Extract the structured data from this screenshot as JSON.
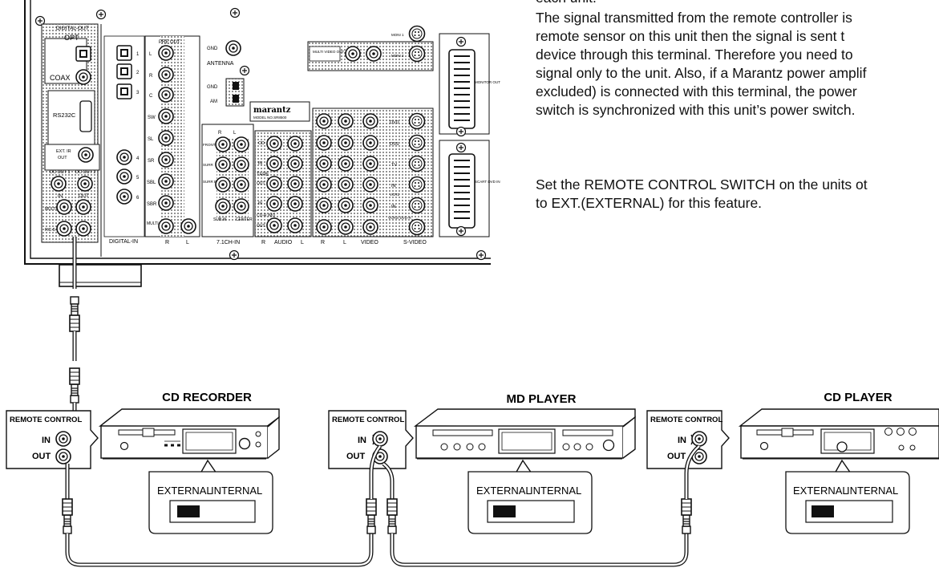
{
  "text_block": {
    "cut_line": "each unit.",
    "paragraph1": [
      "The signal transmitted from the remote controller is",
      "remote sensor on this unit then the signal is sent t",
      "device through this terminal. Therefore you need to",
      "signal only to the unit. Also, if a Marantz power amplif",
      "excluded) is connected with this terminal, the power",
      "switch is synchronized with this unit’s power switch."
    ],
    "paragraph2": [
      "Set the REMOTE CONTROL SWITCH on the units ot",
      "to EXT.(EXTERNAL) for this feature."
    ]
  },
  "rear_panel": {
    "digital_out": "DIGITAL-OUT",
    "opt": "OPT",
    "coax": "COAX",
    "rs232c": "RS232C",
    "ext_ir": "EXT. IR",
    "ext_ir_out": "OUT",
    "dc_out1": "DC OUT 1",
    "dc_out2": "DC OUT 2",
    "in": "IN",
    "out": "OUT",
    "multi_rc": "MULTI RC",
    "rc5": "RC-5",
    "digital_in": "DIGITAL-IN",
    "digital_in_nums": [
      "1",
      "2",
      "3",
      "4",
      "5",
      "6"
    ],
    "pre_out": "PRE OUT",
    "pre_out_channels": [
      "L",
      "R",
      "C",
      "SW",
      "SL",
      "SR",
      "SBL",
      "SBR"
    ],
    "multi_out": "MULTI OUT",
    "r": "R",
    "l": "L",
    "gnd": "GND",
    "antenna": "ANTENNA",
    "am": "AM",
    "brand": "marantz",
    "model": "MODEL NO.SR8500",
    "ch71_in": "7.1CH-IN",
    "front": "FRONT",
    "surr": "SURR",
    "surr_back": "SURR BACK",
    "sub_w": "SUB.W",
    "center": "CENTER",
    "cd": "CD",
    "tape": "TAPE",
    "cdr_md": "CD-R /MD",
    "audio": "AUDIO",
    "video": "VIDEO",
    "s_video": "S-VIDEO",
    "multi_video_out": "MULTI VIDEO OUT",
    "moni1": "MONI 1",
    "moni2": "MONI 2",
    "monitor_out": "MONITOR OUT",
    "sources": [
      "DVD",
      "DSS",
      "TV",
      "IN",
      "VCR1",
      "IN",
      "VCR2/ DVD-R"
    ],
    "scart": "SCART DVD IN"
  },
  "devices": [
    {
      "name": "CD RECORDER",
      "remote_label": "REMOTE CONTROL",
      "in_label": "IN",
      "out_label": "OUT",
      "switch_left": "EXTERNAL",
      "switch_right": "INTERNAL"
    },
    {
      "name": "MD PLAYER",
      "remote_label": "REMOTE CONTROL",
      "in_label": "IN",
      "out_label": "OUT",
      "switch_left": "EXTERNAL",
      "switch_right": "INTERNAL"
    },
    {
      "name": "CD PLAYER",
      "remote_label": "REMOTE CONTROL",
      "in_label": "IN",
      "out_label": "OUT",
      "switch_left": "EXTERNAL",
      "switch_right": "INTERNAL"
    }
  ]
}
